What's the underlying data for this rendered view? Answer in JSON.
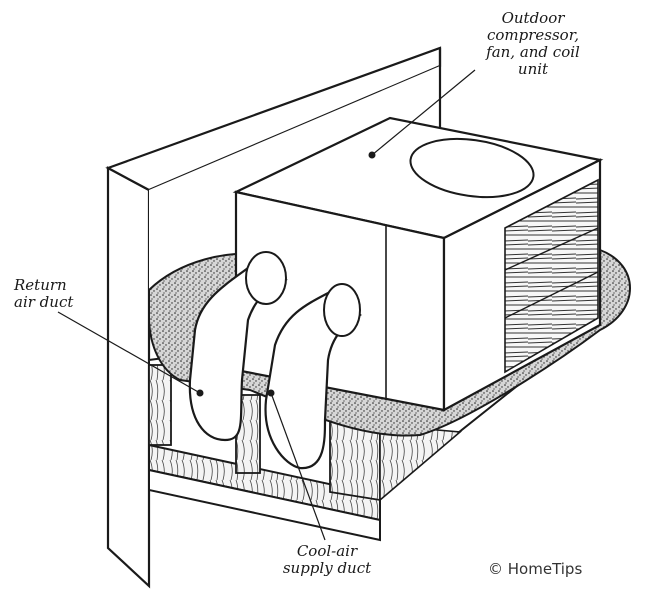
{
  "labels": {
    "outdoor_unit": [
      "Outdoor",
      "compressor,",
      "fan, and coil",
      "unit"
    ],
    "return_duct": [
      "Return",
      "air duct"
    ],
    "supply_duct": [
      "Cool-air",
      "supply duct"
    ]
  },
  "credit": "© HomeTips",
  "colors": {
    "ink": "#1a1a1a",
    "paper": "#ffffff",
    "insulation": "#bdbdbd"
  }
}
